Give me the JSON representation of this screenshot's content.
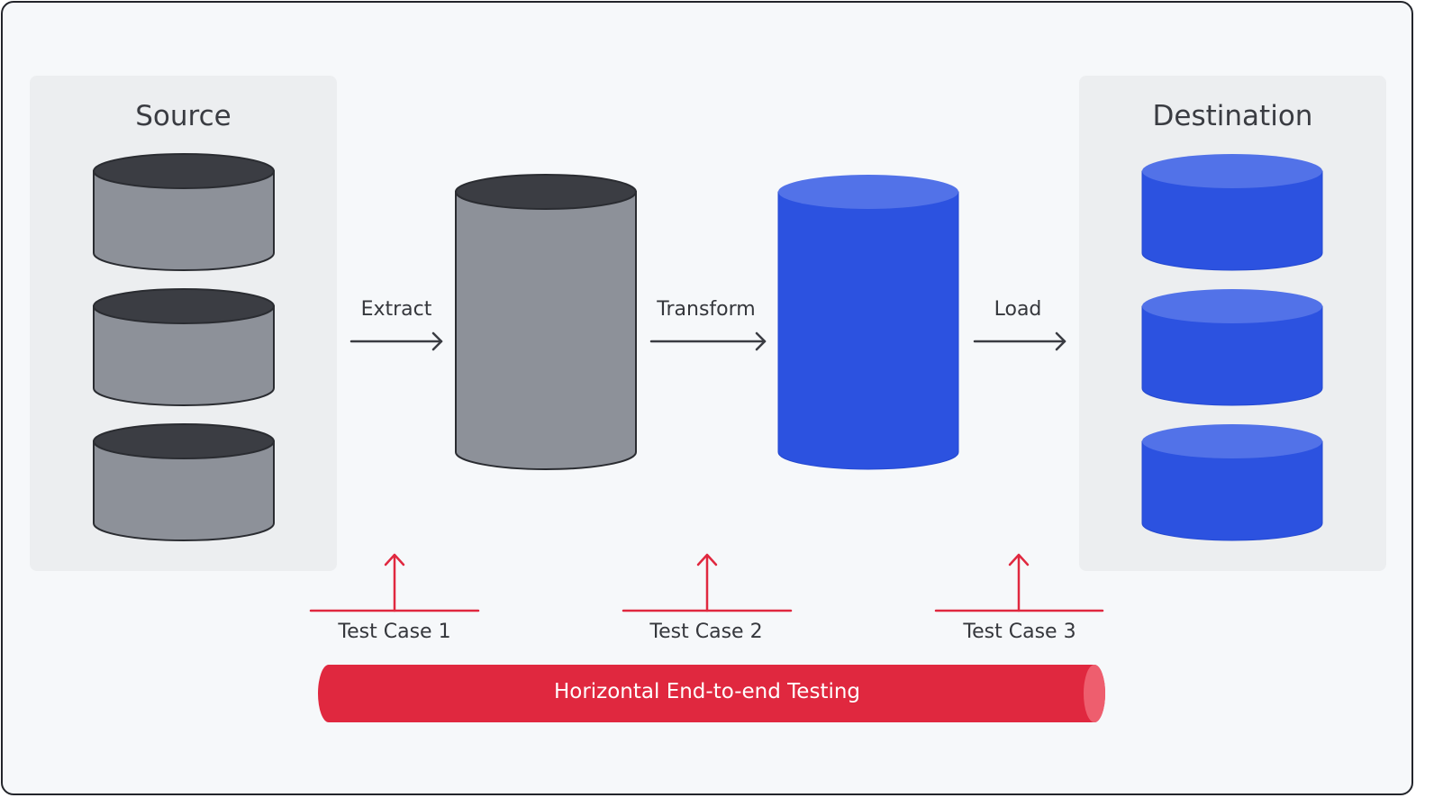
{
  "source": {
    "title": "Source"
  },
  "destination": {
    "title": "Destination"
  },
  "steps": [
    {
      "label": "Extract"
    },
    {
      "label": "Transform"
    },
    {
      "label": "Load"
    }
  ],
  "test_cases": [
    {
      "label": "Test Case 1"
    },
    {
      "label": "Test Case 2"
    },
    {
      "label": "Test Case 3"
    }
  ],
  "banner": {
    "label": "Horizontal End-to-end Testing"
  },
  "colors": {
    "gray_body": "#8d9199",
    "gray_top": "#3b3d43",
    "blue_body": "#2c52e0",
    "blue_top": "#5272e8",
    "red": "#e0283f",
    "red_cap": "#ee5e6e",
    "outline": "#2a2c31"
  }
}
